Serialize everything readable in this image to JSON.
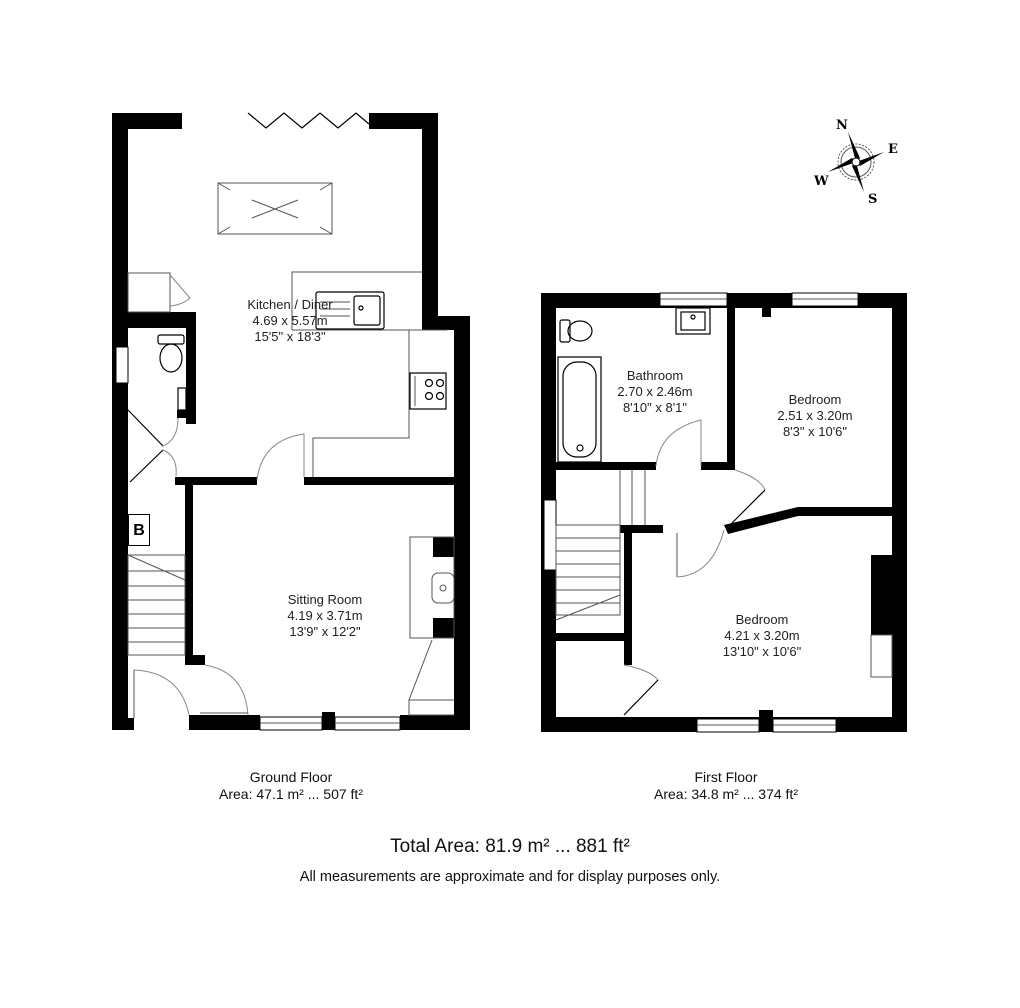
{
  "ground_floor": {
    "title": "Ground Floor",
    "area": "Area: 47.1 m² ... 507 ft²",
    "boiler_label": "B",
    "rooms": [
      {
        "name": "Kitchen / Diner",
        "metric": "4.69 x 5.57m",
        "imperial": "15'5\" x 18'3\""
      },
      {
        "name": "Sitting Room",
        "metric": "4.19 x 3.71m",
        "imperial": "13'9\" x 12'2\""
      }
    ]
  },
  "first_floor": {
    "title": "First Floor",
    "area": "Area: 34.8 m² ... 374 ft²",
    "rooms": [
      {
        "name": "Bathroom",
        "metric": "2.70 x 2.46m",
        "imperial": "8'10\" x 8'1\""
      },
      {
        "name": "Bedroom",
        "metric": "2.51 x 3.20m",
        "imperial": "8'3\" x 10'6\""
      },
      {
        "name": "Bedroom",
        "metric": "4.21 x 3.20m",
        "imperial": "13'10\" x 10'6\""
      }
    ]
  },
  "totals": {
    "total_area": "Total Area: 81.9 m² ... 881 ft²",
    "disclaimer": "All measurements are approximate and for display purposes only."
  },
  "compass": {
    "n": "N",
    "e": "E",
    "s": "S",
    "w": "W"
  },
  "colors": {
    "wall": "#000000",
    "background": "#ffffff",
    "text": "#222222"
  }
}
